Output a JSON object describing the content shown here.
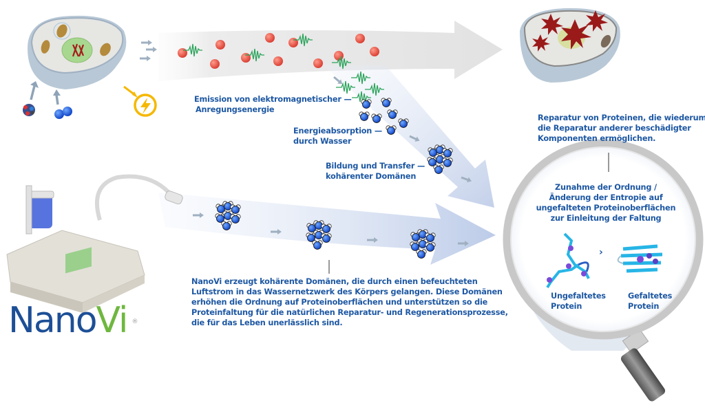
{
  "labels": {
    "emission": [
      "Emission von elektromagnetischer —",
      "Anregungsenergie"
    ],
    "absorption": [
      "Energieabsorption —",
      "durch Wasser"
    ],
    "transfer": [
      "Bildung und Transfer —",
      "kohärenter Domänen"
    ],
    "repair": [
      "Reparatur von Proteinen, die wiederum",
      "die Reparatur anderer beschädigter",
      "Komponenten ermöglichen."
    ],
    "order": [
      "Zunahme der Ordnung /",
      "Änderung der Entropie auf",
      "ungefalteten Proteinoberflächen",
      "zur Einleitung der Faltung"
    ],
    "unfolded": [
      "Ungefaltetes",
      "Protein"
    ],
    "folded": [
      "Gefaltetes",
      "Protein"
    ],
    "description": [
      "NanoVi erzeugt kohärente Domänen, die durch einen befeuchteten",
      "Luftstrom in das Wassernetzwerk des Körpers gelangen. Diese Domänen",
      "erhöhen die Ordnung auf Proteinoberflächen und unterstützen so die",
      "Proteinfaltung für die natürlichen Reparatur- und Regenerationsprozesse,",
      "die für das Leben unerlässlich sind."
    ],
    "fold_arrow": "›"
  },
  "logo": {
    "part1": "Nano",
    "part2": "Vi",
    "mark": "®"
  },
  "colors": {
    "text": "#1e58a3",
    "logo_blue": "#1d4f96",
    "logo_green": "#6fb73f",
    "particle": "#e84a3c",
    "wave": "#2aa35a",
    "water": "#1d5fe0",
    "energy": "#f5b800"
  },
  "icons": [
    "healthy-cell-icon",
    "damaged-cell-icon",
    "nutrient-molecule-icon",
    "oxygen-molecule-icon",
    "energy-bolt-icon",
    "nanovi-device-icon",
    "magnifier-icon",
    "unfolded-protein-icon",
    "folded-protein-icon"
  ]
}
